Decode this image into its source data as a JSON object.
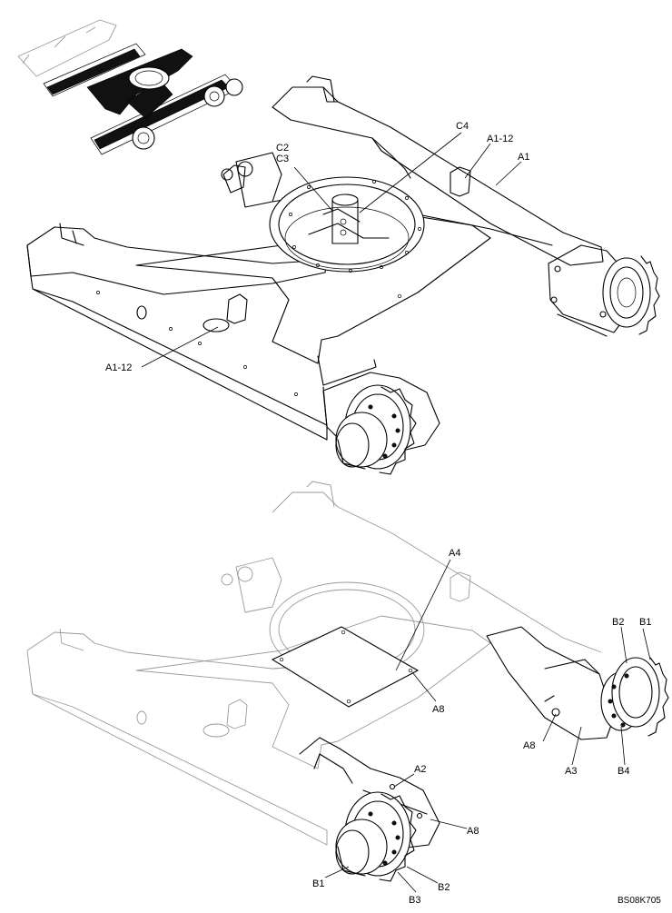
{
  "drawing_code": "BS08K705",
  "top_view": {
    "labels": {
      "c4": "C4",
      "c2": "C2",
      "c3": "C3",
      "a1_12_top": "A1-12",
      "a1": "A1",
      "a1_12_left": "A1-12"
    }
  },
  "bottom_view": {
    "labels": {
      "a4": "A4",
      "a8_plate": "A8",
      "b2_right": "B2",
      "b1_right": "B1",
      "a8_right": "A8",
      "a3": "A3",
      "b4": "B4",
      "a2": "A2",
      "a8_front": "A8",
      "b1_front": "B1",
      "b2_front": "B2",
      "b3_front": "B3"
    }
  }
}
